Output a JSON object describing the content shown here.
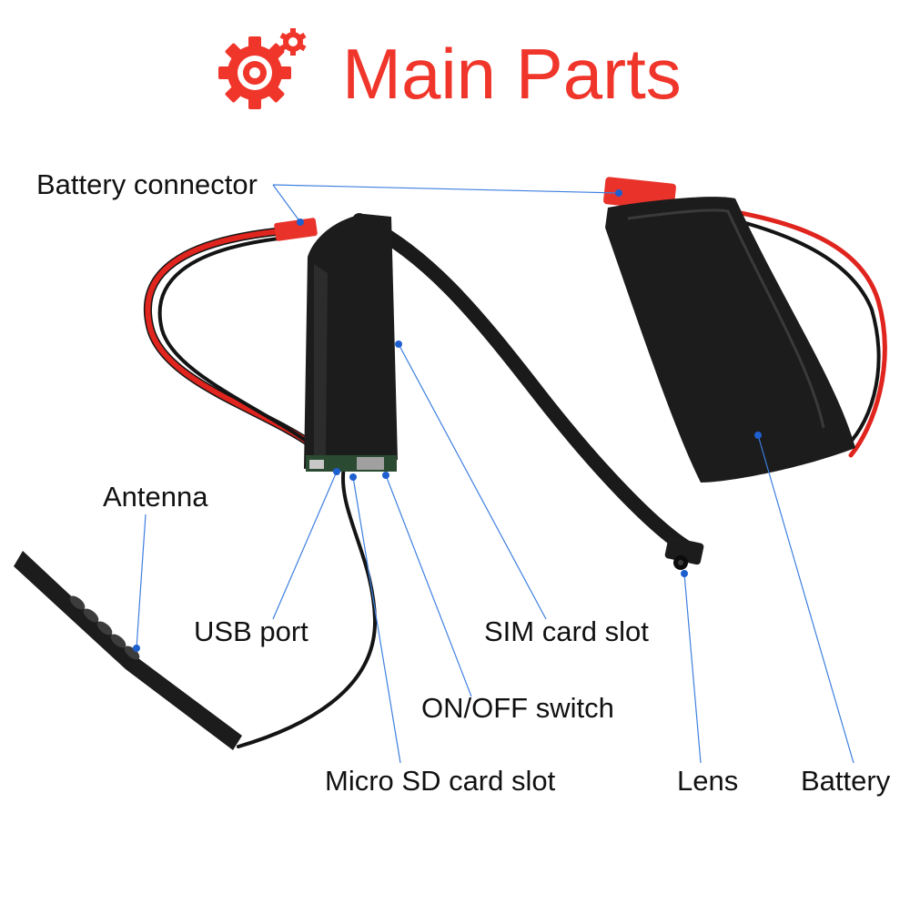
{
  "header": {
    "title": "Main Parts",
    "icon": "gears-icon",
    "accent_color": "#f0352a"
  },
  "labels": {
    "battery_connector": "Battery connector",
    "antenna": "Antenna",
    "usb_port": "USB port",
    "sim_card_slot": "SIM card slot",
    "on_off_switch": "ON/OFF switch",
    "micro_sd_card_slot": "Micro SD card slot",
    "lens": "Lens",
    "battery": "Battery"
  },
  "colors": {
    "callout_line": "#3d7fe0",
    "wire_red": "#e0241e",
    "wire_black": "#141414",
    "module_body": "#1c1c1c",
    "connector": "#e8322a"
  }
}
